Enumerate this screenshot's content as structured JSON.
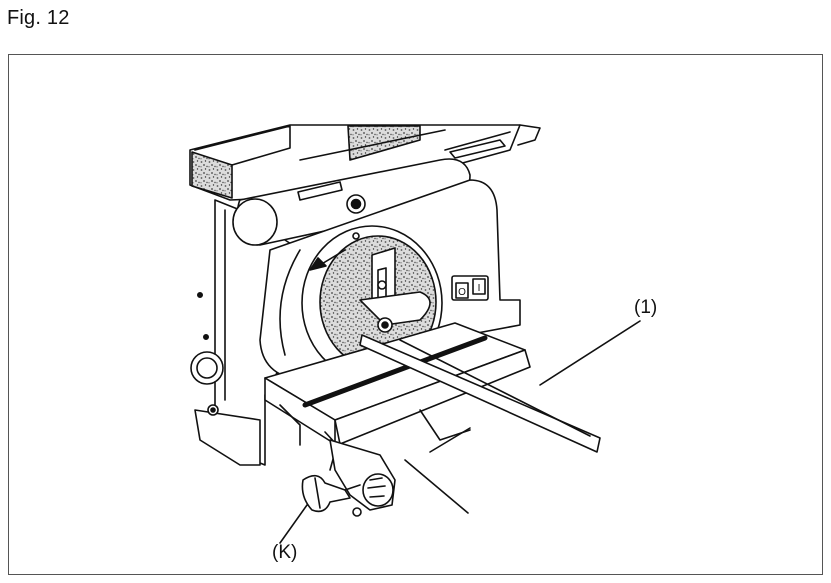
{
  "figure": {
    "caption": "Fig. 12"
  },
  "callouts": {
    "part_1": "(1)",
    "part_k": "(K)"
  },
  "switch": {
    "off_symbol": "O",
    "on_symbol": "I"
  },
  "colors": {
    "line": "#111111",
    "background": "#ffffff",
    "frame": "#555555",
    "abrasive": "#b9b9b9"
  }
}
